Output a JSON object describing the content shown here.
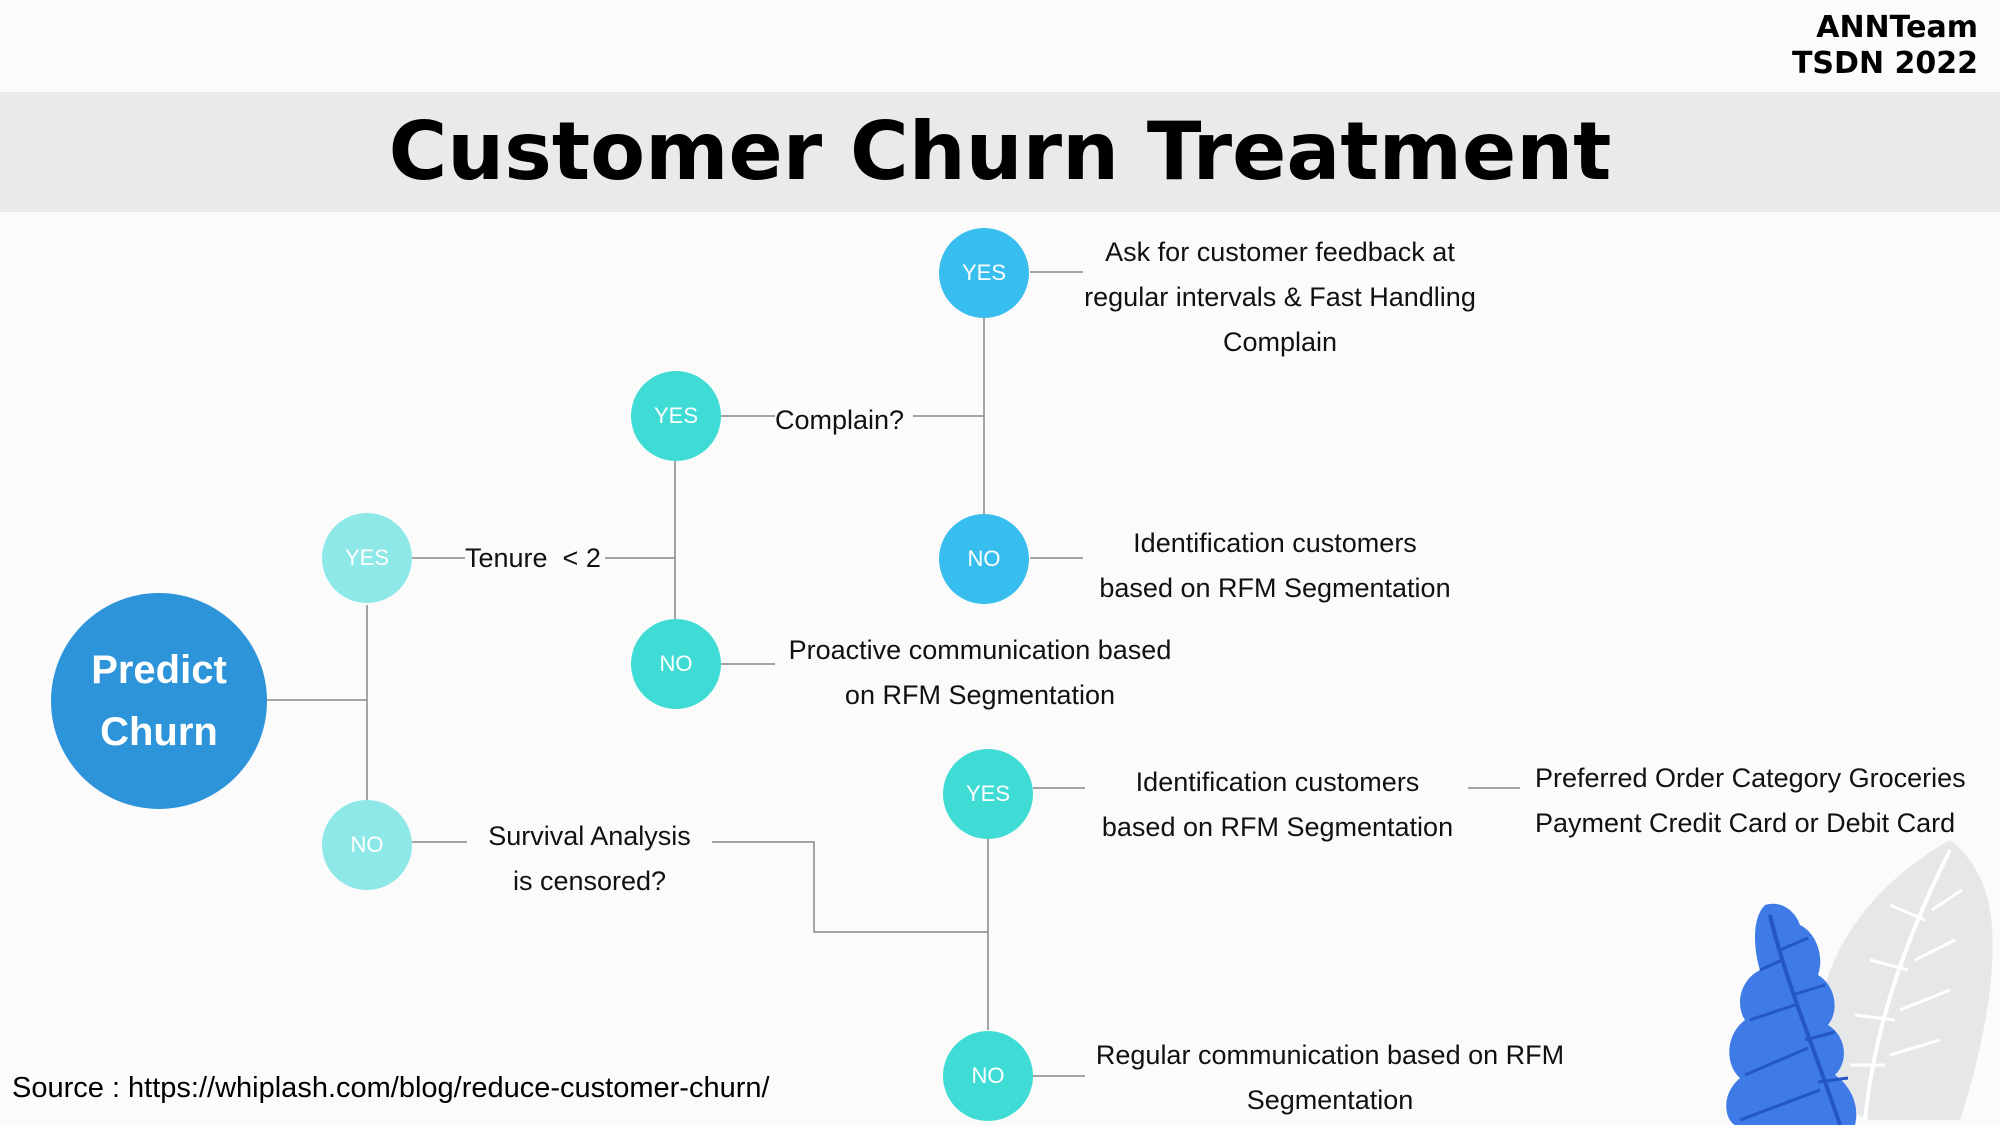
{
  "brand": {
    "line1": "ANNTeam",
    "line2": "TSDN 2022"
  },
  "title": "Customer Churn Treatment",
  "colors": {
    "root": "#2e94d9",
    "level1": "#8ee8e8",
    "level2": "#3fdbd5",
    "level3_blue": "#38bdef",
    "level3_teal": "#3fdbd5",
    "connector": "#888888"
  },
  "diagram": {
    "root": {
      "line1": "Predict",
      "line2": "Churn"
    },
    "nodes": {
      "yes_tenure": "YES",
      "no_survival": "NO",
      "yes_complain": "YES",
      "no_proactive": "NO",
      "yes_feedback": "YES",
      "no_rfm": "NO",
      "yes_censored": "YES",
      "no_censored": "NO"
    },
    "labels": {
      "tenure": "Tenure  < 2",
      "complain": "Complain?",
      "feedback": [
        "Ask for customer feedback at",
        "regular intervals & Fast Handling",
        "Complain"
      ],
      "rfm_identification_1": [
        "Identification customers",
        "based on RFM Segmentation"
      ],
      "proactive": [
        "Proactive communication based",
        "on RFM Segmentation"
      ],
      "survival": [
        "Survival Analysis",
        "is censored?"
      ],
      "rfm_identification_2": [
        "Identification customers",
        "based on RFM Segmentation"
      ],
      "preferred": [
        "Preferred Order Category Groceries",
        "Payment Credit Card or Debit Card"
      ],
      "regular": [
        "Regular communication based on RFM",
        "Segmentation"
      ]
    }
  },
  "decoration": {
    "leaf_icon": "leaf-illustration"
  },
  "source": "Source : https://whiplash.com/blog/reduce-customer-churn/"
}
